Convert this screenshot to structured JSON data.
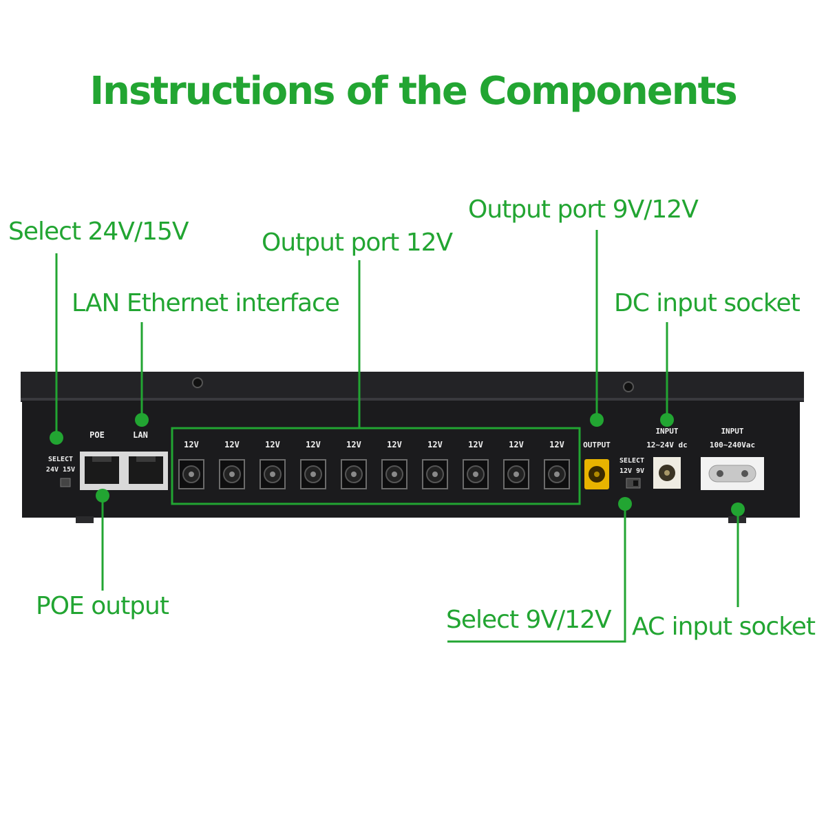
{
  "title": "Instructions of the Components",
  "callouts": {
    "select_24v_15v": "Select 24V/15V",
    "lan_ethernet": "LAN Ethernet interface",
    "output_port_12v": "Output port 12V",
    "output_port_9v_12v": "Output port 9V/12V",
    "dc_input_socket": "DC input socket",
    "poe_output": "POE output",
    "select_9v_12v": "Select 9V/12V",
    "ac_input_socket": "AC input socket"
  },
  "device": {
    "left_switch_label_1": "SELECT",
    "left_switch_label_2": "24V 15V",
    "poe_label": "POE",
    "lan_label": "LAN",
    "port_labels": [
      "12V",
      "12V",
      "12V",
      "12V",
      "12V",
      "12V",
      "12V",
      "12V",
      "12V",
      "12V"
    ],
    "output_label": "OUTPUT",
    "right_switch_label_1": "SELECT",
    "right_switch_label_2": "12V  9V",
    "dc_input_label_1": "INPUT",
    "dc_input_label_2": "12~24V dc",
    "ac_input_label_1": "INPUT",
    "ac_input_label_2": "100~240Vac"
  },
  "colors": {
    "accent_green": "#22a532",
    "device_body": "#1c1c1e",
    "output_port_yellow": "#e8b400"
  }
}
